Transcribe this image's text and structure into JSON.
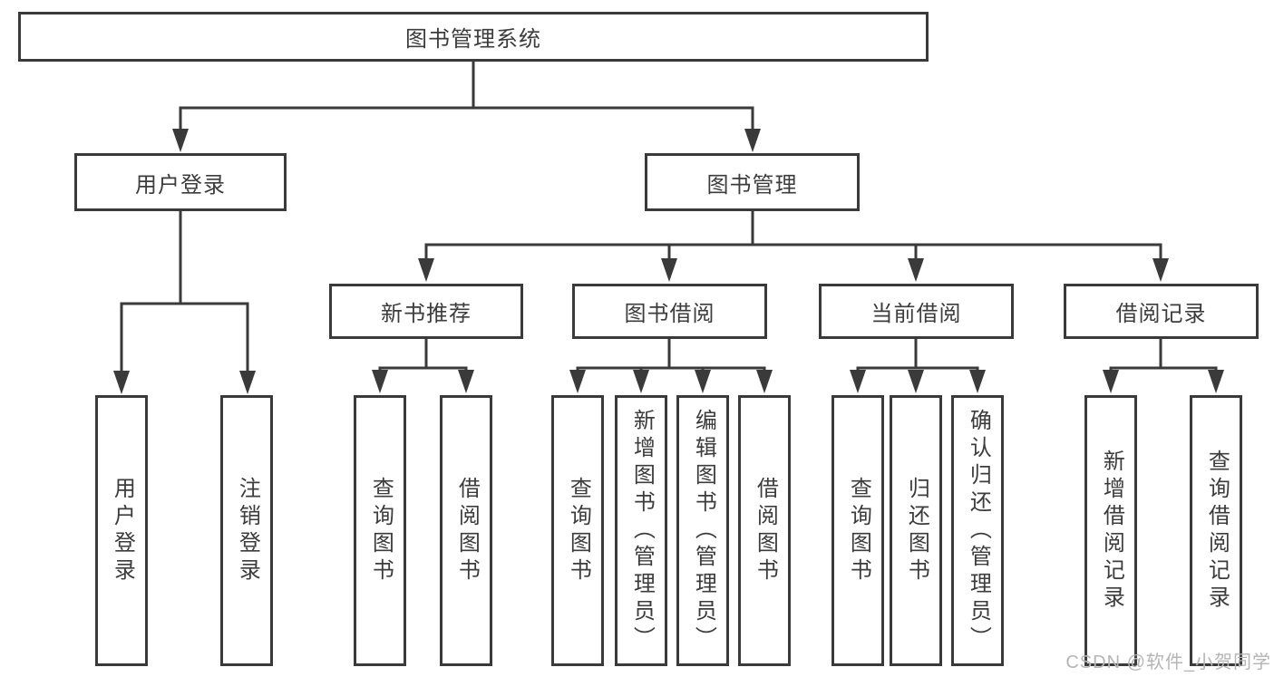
{
  "nodes": {
    "root": "图书管理系统",
    "user_login": "用户登录",
    "book_mgmt": "图书管理",
    "new_book_rec": "新书推荐",
    "book_borrow": "图书借阅",
    "current_borrow": "当前借阅",
    "borrow_record": "借阅记录",
    "leaf_user_login": "用户登录",
    "leaf_logout": "注销登录",
    "leaf_query_book_newrec": "查询图书",
    "leaf_borrow_book_newrec": "借阅图书",
    "leaf_query_book_borrow": "查询图书",
    "leaf_add_book_admin": "新增图书（管理员）",
    "leaf_edit_book_admin": "编辑图书（管理员）",
    "leaf_borrow_book_borrow": "借阅图书",
    "leaf_query_book_current": "查询图书",
    "leaf_return_book": "归还图书",
    "leaf_confirm_return_admin": "确认归还（管理员）",
    "leaf_add_borrow_record": "新增借阅记录",
    "leaf_query_borrow_record": "查询借阅记录"
  },
  "watermark": "CSDN @软件_小贺同学",
  "colors": {
    "line": "#3a3a3a",
    "border": "#3a3a3a",
    "text": "#3c3c3c",
    "watermark": "#b5b5b5",
    "background": "#ffffff"
  }
}
